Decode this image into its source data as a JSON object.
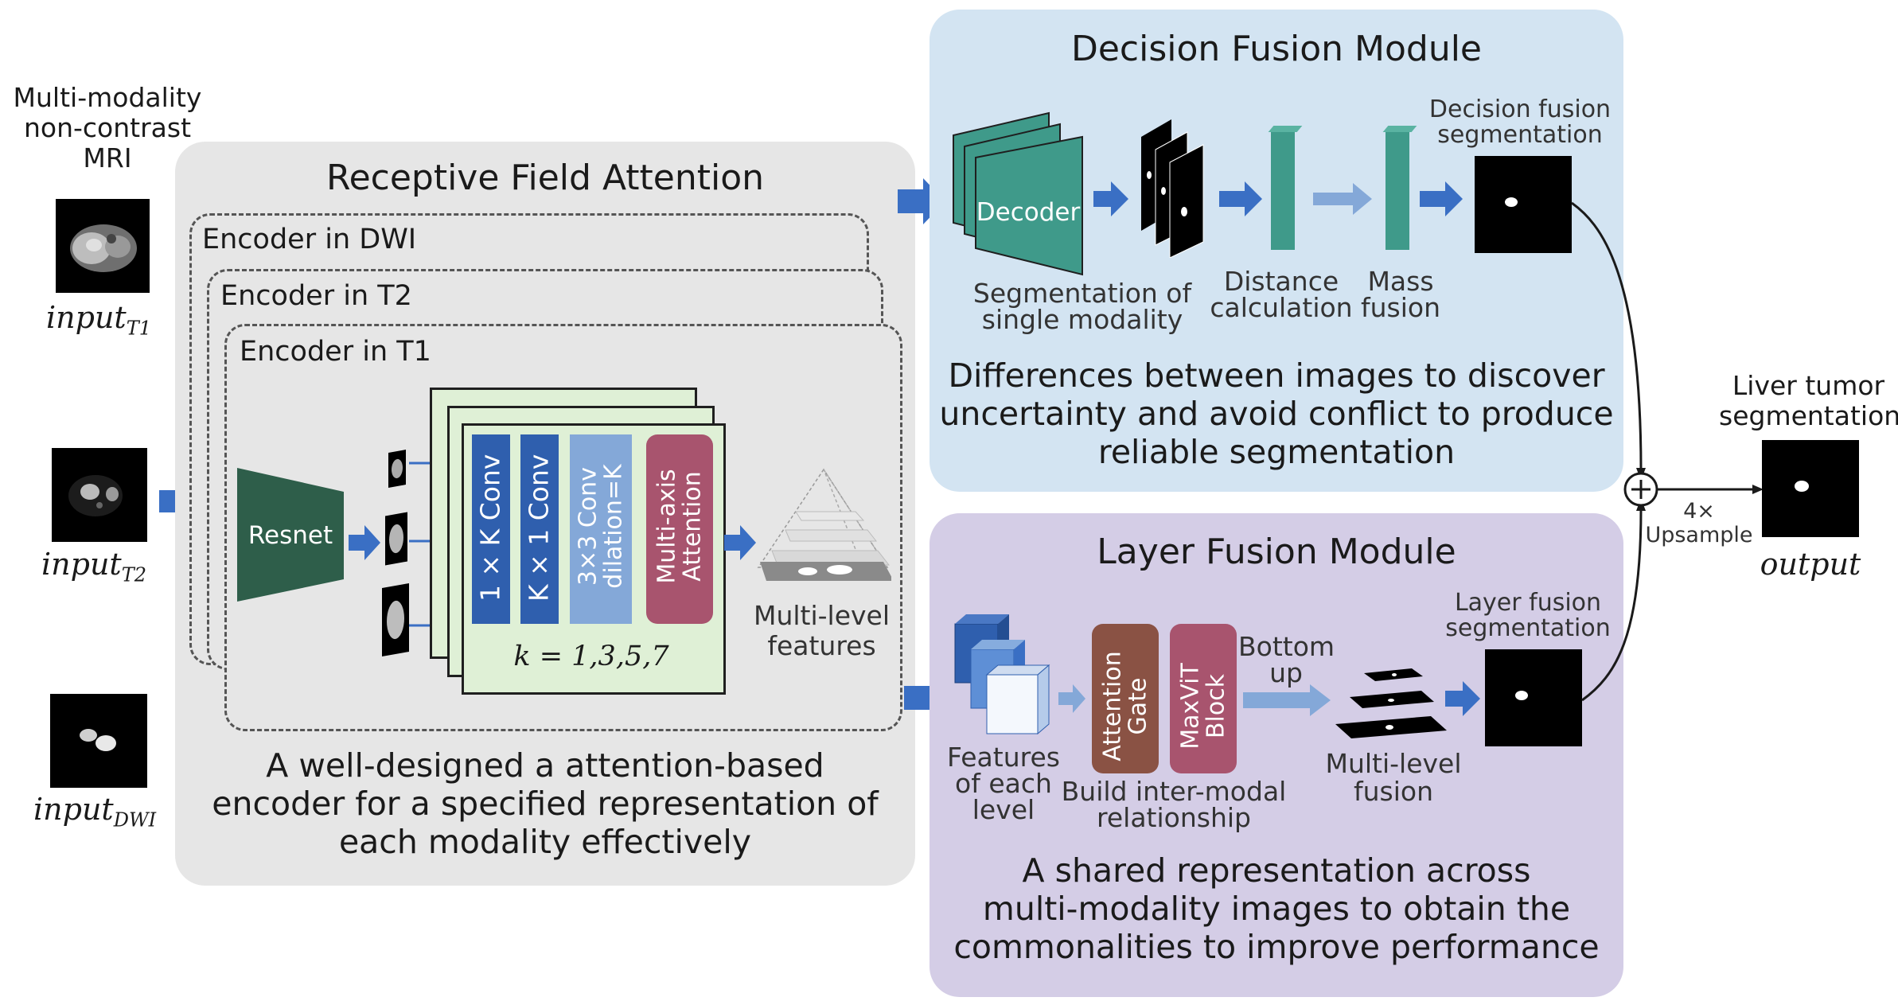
{
  "inputs": {
    "header": [
      "Multi-modality",
      "non-contrast",
      "MRI"
    ],
    "t1_base": "input",
    "t1_sub": "T1",
    "t2_base": "input",
    "t2_sub": "T2",
    "dwi_base": "input",
    "dwi_sub": "DWI"
  },
  "rfa": {
    "title": "Receptive Field Attention",
    "encoder_dwi": "Encoder in DWI",
    "encoder_t2": "Encoder in T2",
    "encoder_t1": "Encoder in T1",
    "resnet": "Resnet",
    "conv1": "1 × K Conv",
    "conv2": "K × 1 Conv",
    "conv3": [
      "3×3 Conv",
      "dilation=K"
    ],
    "mha": [
      "Multi-axis",
      "Attention"
    ],
    "k_values": "k = 1,3,5,7",
    "multi_level": [
      "Multi-level",
      "features"
    ],
    "caption": [
      "A well-designed a attention-based",
      "encoder for a specified representation of",
      "each modality effectively"
    ]
  },
  "dfm": {
    "title": "Decision Fusion Module",
    "decoder": "Decoder",
    "seg_single": [
      "Segmentation of",
      "single modality"
    ],
    "distance": [
      "Distance",
      "calculation"
    ],
    "mass": [
      "Mass",
      "fusion"
    ],
    "decision_seg": [
      "Decision fusion",
      "segmentation"
    ],
    "caption": [
      "Differences between images to discover",
      "uncertainty and avoid conflict to produce",
      "reliable segmentation"
    ]
  },
  "lfm": {
    "title": "Layer Fusion Module",
    "features_each": [
      "Features",
      "of each",
      "level"
    ],
    "attention_gate": [
      "Attention",
      "Gate"
    ],
    "maxvit": [
      "MaxViT",
      "Block"
    ],
    "build": [
      "Build inter-modal",
      "relationship"
    ],
    "bottom_up": [
      "Bottom",
      "up"
    ],
    "multi_fusion": [
      "Multi-level",
      "fusion"
    ],
    "layer_seg": [
      "Layer fusion",
      "segmentation"
    ],
    "caption": [
      "A shared representation across",
      "multi-modality images to obtain the",
      "commonalities to improve performance"
    ]
  },
  "output": {
    "header": [
      "Liver tumor",
      "segmentation"
    ],
    "upsample": [
      "4×",
      "Upsample"
    ],
    "label": "output"
  },
  "colors": {
    "rfa_bg": "#e6e6e6",
    "dfm_bg": "#d3e4f2",
    "lfm_bg": "#d4cde6",
    "arrow_blue": "#3a6fc4",
    "teal": "#3f9a8a",
    "dark_green": "#2e5e4a",
    "conv_blue": "#2f5fae",
    "conv_light": "#84a8d8",
    "mha_pink": "#a8546e",
    "attn_brown": "#8a5244",
    "maxvit_pink": "#a8546e"
  }
}
